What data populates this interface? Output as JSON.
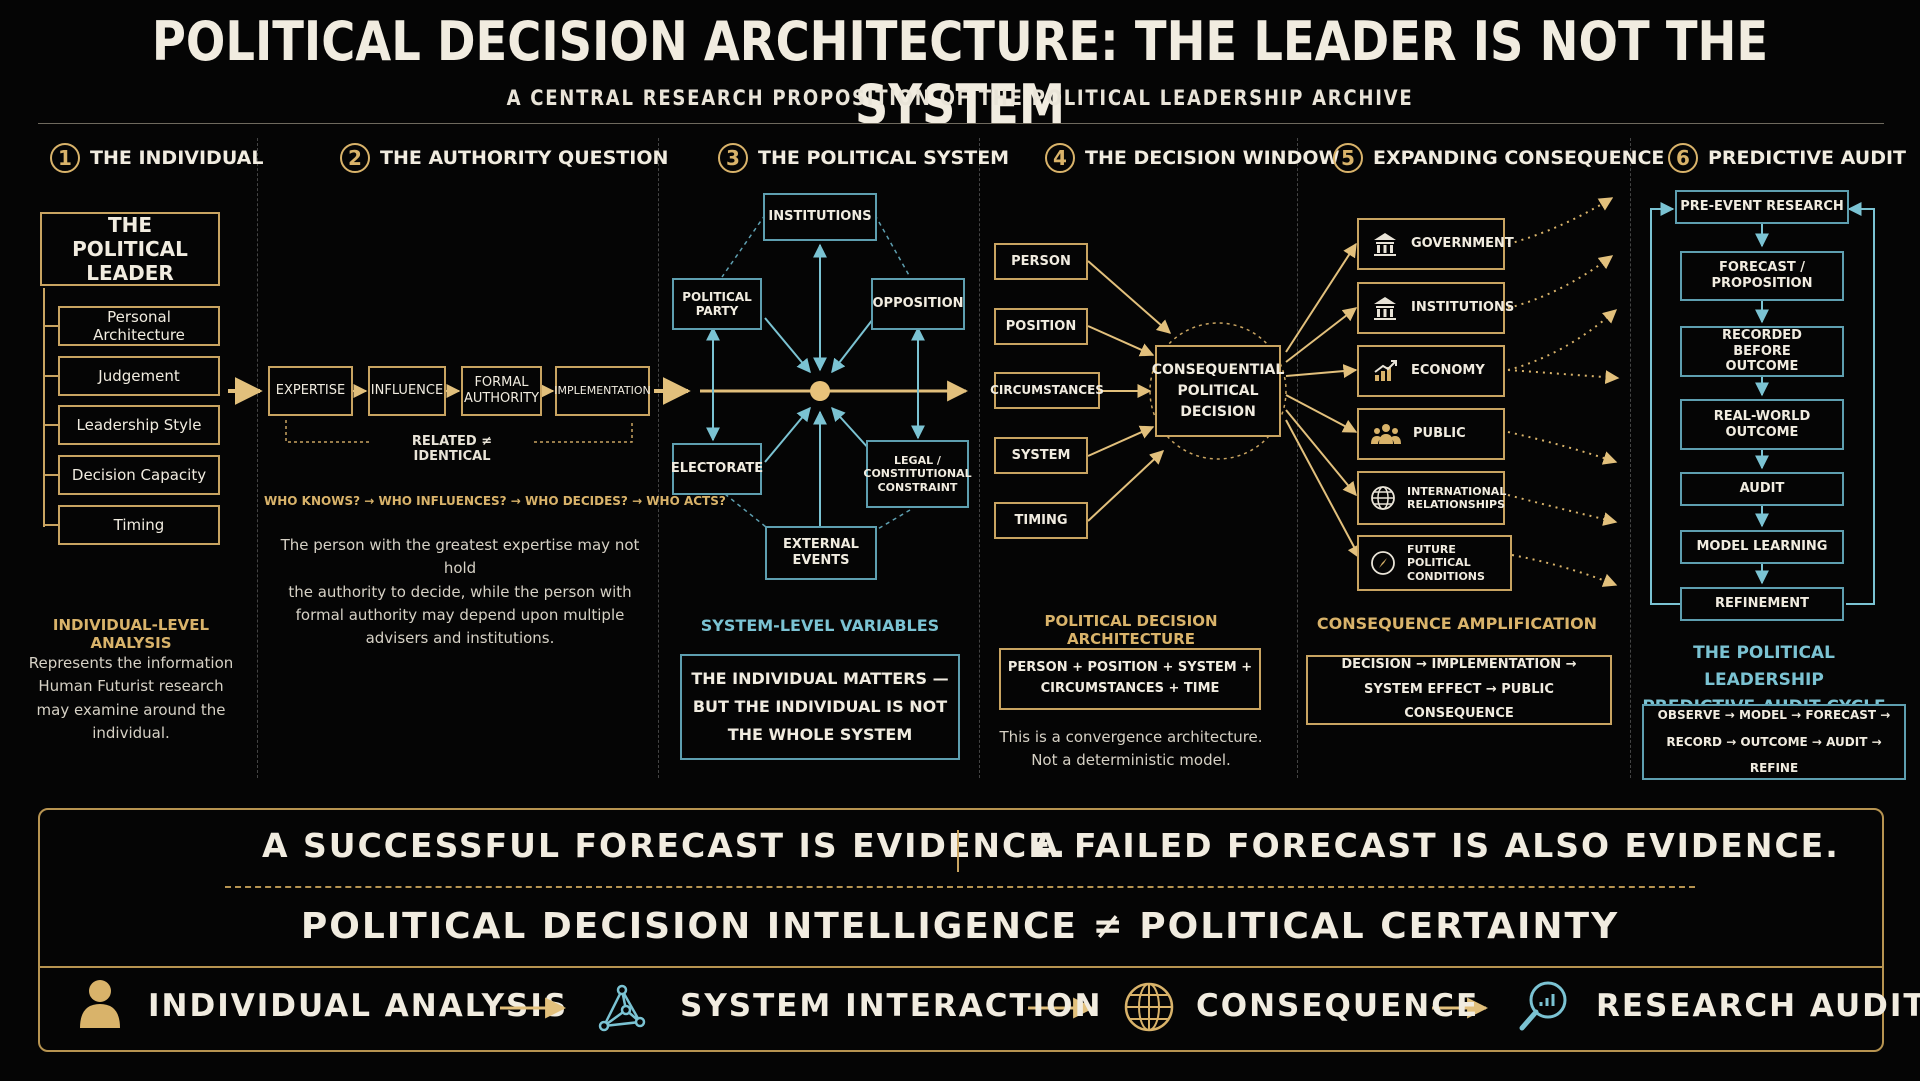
{
  "title": "POLITICAL DECISION ARCHITECTURE: THE LEADER IS NOT THE SYSTEM",
  "subtitle": "A CENTRAL RESEARCH PROPOSITION OF THE POLITICAL LEADERSHIP ARCHIVE",
  "colors": {
    "gold": "#c9a461",
    "teal": "#5e9fb0",
    "background": "#050505"
  },
  "sections": [
    {
      "num": "1",
      "title": "THE INDIVIDUAL"
    },
    {
      "num": "2",
      "title": "THE AUTHORITY QUESTION"
    },
    {
      "num": "3",
      "title": "THE POLITICAL SYSTEM"
    },
    {
      "num": "4",
      "title": "THE DECISION WINDOW"
    },
    {
      "num": "5",
      "title": "EXPANDING CONSEQUENCE"
    },
    {
      "num": "6",
      "title": "PREDICTIVE AUDIT"
    }
  ],
  "individual": {
    "leader_line1": "THE",
    "leader_line2": "POLITICAL LEADER",
    "items": [
      "Personal Architecture",
      "Judgement",
      "Leadership Style",
      "Decision Capacity",
      "Timing"
    ],
    "label": "INDIVIDUAL-LEVEL ANALYSIS",
    "caption": [
      "Represents the information",
      "Human Futurist research",
      "may examine around the",
      "individual."
    ]
  },
  "authority": {
    "chain": [
      "EXPERTISE",
      "INFLUENCE",
      "FORMAL AUTHORITY",
      "IMPLEMENTATION"
    ],
    "related": "RELATED ≠ IDENTICAL",
    "questions": "WHO KNOWS? → WHO INFLUENCES? → WHO DECIDES? → WHO ACTS?",
    "caption": [
      "The person with the greatest expertise may not hold",
      "the authority to decide, while the person with",
      "formal authority may depend upon multiple",
      "advisers and institutions."
    ]
  },
  "system": {
    "nodes": {
      "institutions": "INSTITUTIONS",
      "party": "POLITICAL PARTY",
      "opposition": "OPPOSITION",
      "electorate": "ELECTORATE",
      "legal": "LEGAL / CONSTITUTIONAL CONSTRAINT",
      "external": "EXTERNAL EVENTS"
    },
    "label": "SYSTEM-LEVEL VARIABLES",
    "statement": [
      "THE INDIVIDUAL MATTERS —",
      "BUT THE INDIVIDUAL IS NOT",
      "THE WHOLE SYSTEM"
    ]
  },
  "window": {
    "inputs": [
      "PERSON",
      "POSITION",
      "CIRCUMSTANCES",
      "SYSTEM",
      "TIMING"
    ],
    "center": [
      "CONSEQUENTIAL",
      "POLITICAL",
      "DECISION"
    ],
    "label": "POLITICAL DECISION ARCHITECTURE",
    "formula": [
      "PERSON + POSITION + SYSTEM +",
      "CIRCUMSTANCES + TIME"
    ],
    "caption": [
      "This is a convergence architecture.",
      "Not a deterministic model."
    ]
  },
  "consequence": {
    "items": [
      {
        "icon": "government-building-icon",
        "label": "GOVERNMENT"
      },
      {
        "icon": "institutions-building-icon",
        "label": "INSTITUTIONS"
      },
      {
        "icon": "economy-chart-icon",
        "label": "ECONOMY"
      },
      {
        "icon": "public-people-icon",
        "label": "PUBLIC"
      },
      {
        "icon": "globe-icon",
        "label": "INTERNATIONAL RELATIONSHIPS"
      },
      {
        "icon": "compass-icon",
        "label": "FUTURE POLITICAL CONDITIONS"
      }
    ],
    "label": "CONSEQUENCE AMPLIFICATION",
    "flow": [
      "DECISION → IMPLEMENTATION →",
      "SYSTEM EFFECT → PUBLIC CONSEQUENCE"
    ]
  },
  "audit": {
    "steps": [
      "PRE-EVENT RESEARCH",
      "FORECAST / PROPOSITION",
      "RECORDED BEFORE OUTCOME",
      "REAL-WORLD OUTCOME",
      "AUDIT",
      "MODEL LEARNING",
      "REFINEMENT"
    ],
    "label": [
      "THE POLITICAL LEADERSHIP",
      "PREDICTIVE-AUDIT CYCLE"
    ],
    "cycle": [
      "OBSERVE → MODEL → FORECAST →",
      "RECORD → OUTCOME → AUDIT → REFINE"
    ]
  },
  "footer": {
    "evidence_left": "A SUCCESSFUL FORECAST IS EVIDENCE.",
    "evidence_right": "A FAILED FORECAST IS ALSO EVIDENCE.",
    "principle": "POLITICAL DECISION INTELLIGENCE ≠ POLITICAL CERTAINTY",
    "pipeline": [
      {
        "icon": "person-icon",
        "label": "INDIVIDUAL ANALYSIS"
      },
      {
        "icon": "network-icon",
        "label": "SYSTEM INTERACTION"
      },
      {
        "icon": "globe-icon",
        "label": "CONSEQUENCE"
      },
      {
        "icon": "magnifier-chart-icon",
        "label": "RESEARCH AUDIT"
      }
    ]
  }
}
